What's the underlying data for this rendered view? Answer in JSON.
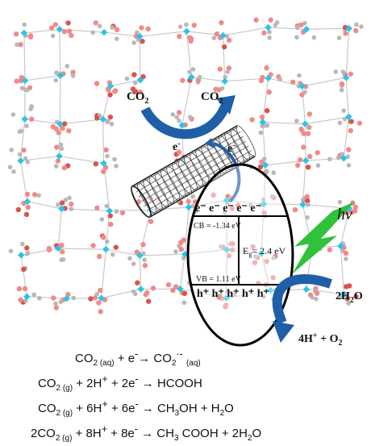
{
  "labels": {
    "co2_left": "CO",
    "co2_left_sub": "2",
    "co2_right": "CO",
    "co2_right_sub": "2",
    "e_tube": "e",
    "e_tube_sup": "-",
    "e_right": "e",
    "e_right_sup": "-",
    "e_row": "e⁻ e⁻ e⁻ e⁻ e⁻",
    "h_row": "h⁺ h⁺ h⁺ h⁺ h⁺",
    "cb": "CB = -1.34 eV",
    "vb": "VB = 1.11 eV",
    "eg_main": "E",
    "eg_sub": "g",
    "eg_value": "= 2.4  eV",
    "hv": "hν",
    "water": "2H",
    "water_sub": "2",
    "water_end": "O",
    "products": "4H",
    "products_sup": "+",
    "products_end": " + O",
    "products_sub": "2"
  },
  "colors": {
    "oxygen": "#f08a8a",
    "oxygen_dark": "#d9534f",
    "metal": "#26c6e8",
    "carbon": "#b8b8b8",
    "arrow_blue": "#1f5fa8",
    "lightning": "#2fc23a",
    "nanotube": "#333333"
  },
  "equations": [
    {
      "a": "CO",
      "a_sub": "2 (aq)",
      "b": " + e",
      "b_sup": "-",
      "c": "→ CO",
      "c_sub": "2",
      "c_sup": "·-",
      "d": " ",
      "d_sub": "(aq)"
    },
    {
      "a": "CO",
      "a_sub": "2 (g)",
      "b": " + 2H",
      "b_sup": "+",
      "c": " + 2e",
      "c_sup": "-",
      "d": " → HCOOH"
    },
    {
      "a": "CO",
      "a_sub": "2 (g)",
      "b": " + 6H",
      "b_sup": "+",
      "c": " + 6e",
      "c_sup": "-",
      "d": " → CH",
      "d_sub": "3",
      "e": "OH + H",
      "e_sub": "2",
      "f": "O"
    },
    {
      "a": "2CO",
      "a_sub": "2 (g)",
      "b": " + 8H",
      "b_sup": "+",
      "c": " + 8e",
      "c_sup": "-",
      "d": " → CH",
      "d_sub": "3",
      "e": " COOH + 2H",
      "e_sub": "2",
      "f": "O"
    }
  ]
}
